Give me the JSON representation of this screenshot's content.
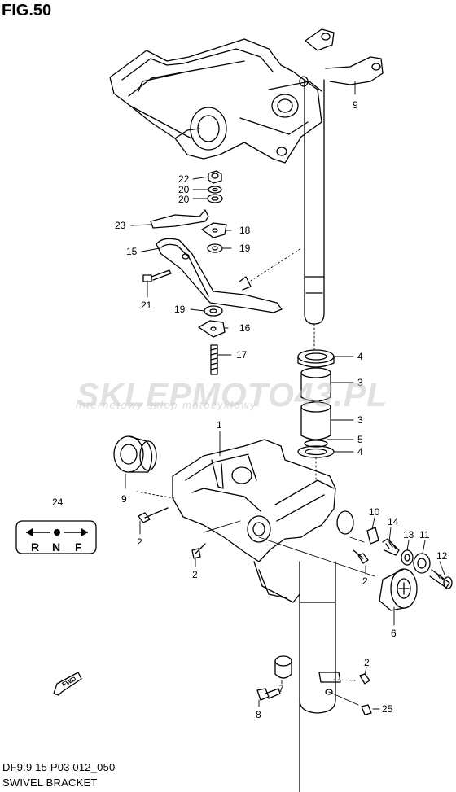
{
  "figure": {
    "title": "FIG.50",
    "code": "DF9.9 15 P03 012_050",
    "name": "SWIVEL BRACKET"
  },
  "watermark": {
    "brand": "SKLEPMOTO43.PL",
    "tagline": "internetowy sklep motocyklowy"
  },
  "shift_selector": {
    "letters": [
      "R",
      "N",
      "F"
    ]
  },
  "direction_marker": "FWD",
  "callouts": [
    "22",
    "20",
    "20",
    "23",
    "18",
    "19",
    "15",
    "21",
    "19",
    "16",
    "17",
    "9",
    "4",
    "3",
    "3",
    "5",
    "4",
    "1",
    "9",
    "24",
    "2",
    "2",
    "10",
    "14",
    "13",
    "11",
    "12",
    "2",
    "6",
    "2",
    "8",
    "7",
    "25"
  ],
  "colors": {
    "line": "#000000",
    "paper": "#ffffff",
    "watermark_accent": "#e3a0a0"
  }
}
